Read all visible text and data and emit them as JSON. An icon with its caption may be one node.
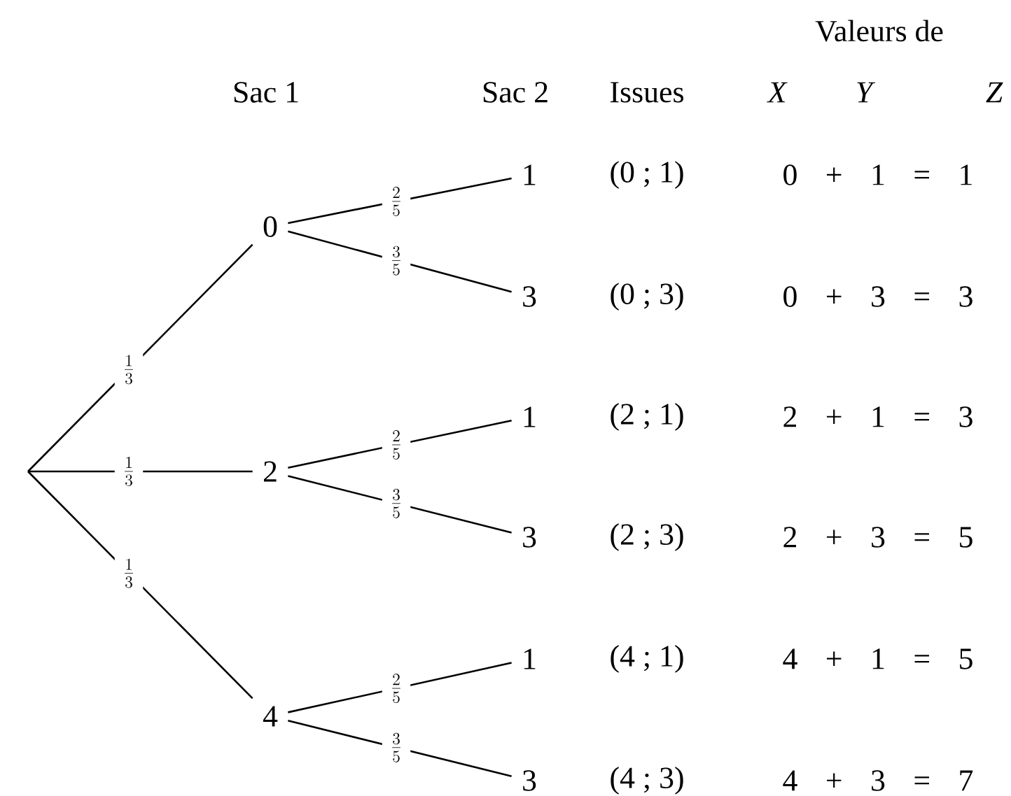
{
  "diagram": {
    "nodes": [
      {
        "text": [
          "0"
        ]
      },
      {
        "text": [
          "2"
        ]
      },
      {
        "text": [
          "4"
        ]
      },
      {
        "text": [
          "1"
        ],
        "beside": [
          "(0 ; 1)",
          "0 + 1 = 1"
        ]
      },
      {
        "text": [
          "3"
        ],
        "beside": [
          "(0 ; 3)",
          "0 + 3 = 3"
        ]
      },
      {
        "text": [
          "1"
        ],
        "beside": [
          "(2 ; 1)",
          "2 + 1 = 3"
        ]
      },
      {
        "text": [
          "3"
        ],
        "beside": [
          "(2 ; 3)",
          "2 + 3 = 5"
        ]
      },
      {
        "text": [
          "1"
        ],
        "beside": [
          "(4 ; 1)",
          "4 + 1 = 5"
        ]
      },
      {
        "text": [
          "3"
        ],
        "beside": [
          "(4 ; 3)",
          "4 + 3 = 7"
        ]
      }
    ],
    "edges": [
      {
        "from": null,
        "to": 0,
        "arrow": "none",
        "label": "\\frac{1}{3}"
      },
      {
        "from": null,
        "to": 1,
        "arrow": "none",
        "label": "\\frac{1}{3}"
      },
      {
        "from": null,
        "to": 2,
        "arrow": "none",
        "label": "\\frac{1}{3}"
      },
      {
        "from": 0,
        "to": 3,
        "arrow": "none",
        "label": "\\frac{2}{5}"
      },
      {
        "from": 0,
        "to": 4,
        "arrow": "none",
        "label": "\\frac{3}{5}"
      },
      {
        "from": 1,
        "to": 5,
        "arrow": "none",
        "label": "\\frac{2}{5}"
      },
      {
        "from": 1,
        "to": 6,
        "arrow": "none",
        "label": "\\frac{3}{5}"
      },
      {
        "from": 2,
        "to": 7,
        "arrow": "none",
        "label": "\\frac{2}{5}"
      },
      {
        "from": 2,
        "to": 8,
        "arrow": "none",
        "label": "\\frac{3}{5}"
      }
    ],
    "labels": [
      "Valeurs de",
      "Sac 1",
      "Sac 2",
      "Issues",
      "X",
      "Y",
      "Z"
    ]
  }
}
